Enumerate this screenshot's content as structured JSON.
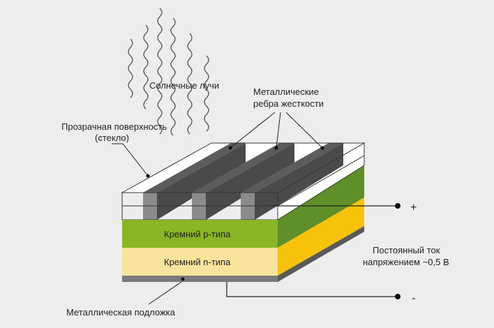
{
  "labels": {
    "sun_rays": "Солнечные лучи",
    "ribs_line1": "Металлические",
    "ribs_line2": "ребра жесткости",
    "glass_line1": "Прозрачная поверхность",
    "glass_line2": "(стекло)",
    "p_type": "Кремний p-типа",
    "n_type": "Кремний n-типа",
    "substrate": "Металлическая подложка",
    "current_line1": "Постоянный ток",
    "current_line2": "напряжением ~0,5 В",
    "plus": "+",
    "minus": "-"
  },
  "colors": {
    "background": "#ededed",
    "p_layer_front": "#8ab526",
    "p_layer_side": "#5f8f28",
    "n_layer_front": "#fae39c",
    "n_layer_side": "#f6c20a",
    "substrate_front": "#7a7a7a",
    "substrate_side": "#5a5a5a",
    "rib_top": "#5c5c5c",
    "rib_front": "#8b8b8b",
    "rib_side": "#4a4a4a"
  }
}
